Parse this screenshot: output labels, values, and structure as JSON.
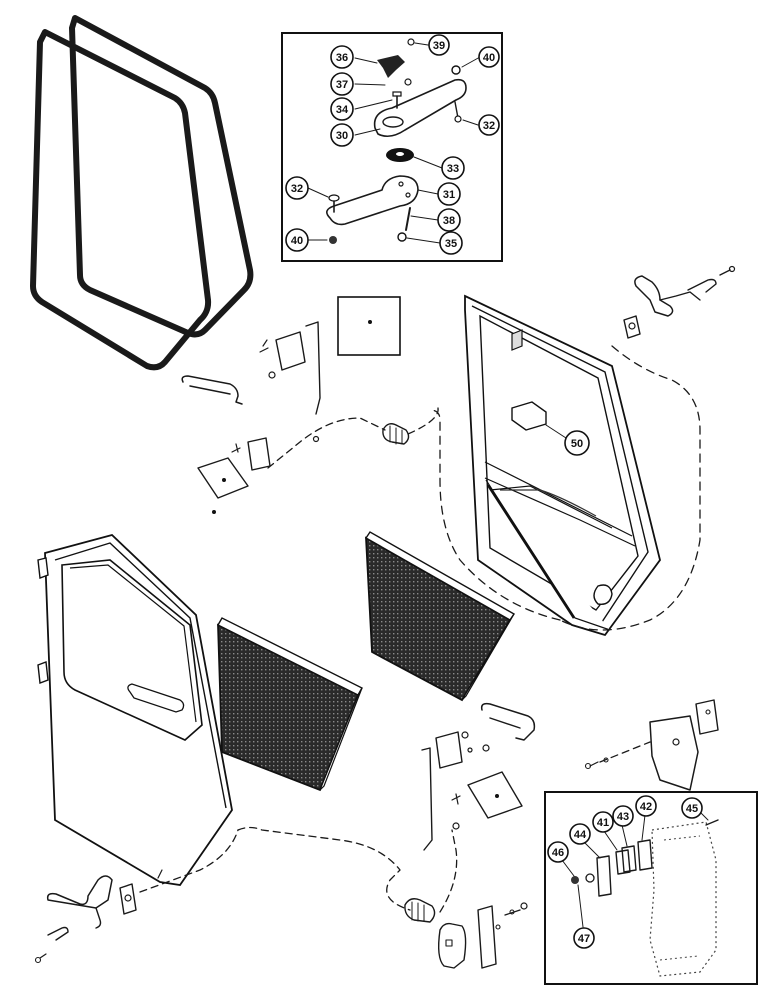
{
  "callouts": {
    "c36": "36",
    "c39": "39",
    "c40a": "40",
    "c37": "37",
    "c34": "34",
    "c32a": "32",
    "c30": "30",
    "c33": "33",
    "c32b": "32",
    "c31": "31",
    "c38": "38",
    "c40b": "40",
    "c35": "35",
    "c50": "50",
    "c45": "45",
    "c44": "44",
    "c41": "41",
    "c43": "43",
    "c42": "42",
    "c46": "46",
    "c47": "47"
  }
}
